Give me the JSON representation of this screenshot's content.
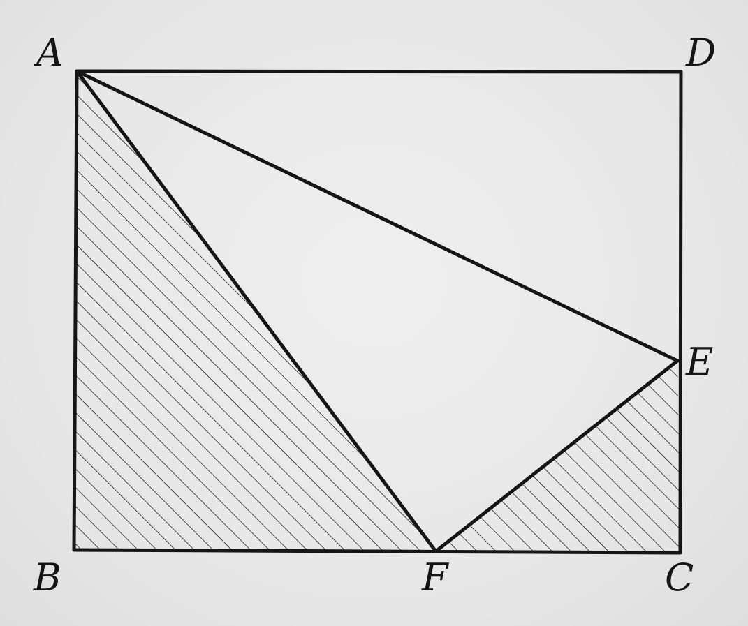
{
  "diagram": {
    "vertices": {
      "A": "A",
      "B": "B",
      "C": "C",
      "D": "D",
      "E": "E",
      "F": "F"
    },
    "segments": [
      "AB",
      "BC",
      "CD",
      "DA",
      "AF",
      "AE",
      "EF"
    ],
    "shaded_regions": [
      "ABF",
      "FCE"
    ],
    "colors": {
      "stroke": "#151515",
      "hatch": "#1a1a1a",
      "paper": "#e9e9e9"
    }
  }
}
